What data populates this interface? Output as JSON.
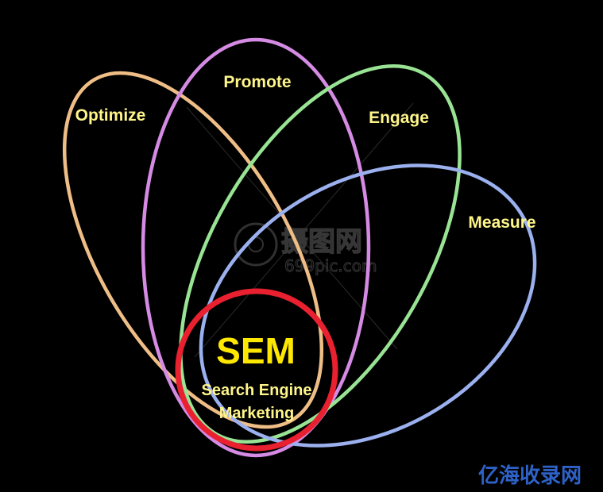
{
  "diagram": {
    "center": {
      "title": "SEM",
      "subtitle_line1": "Search Engine",
      "subtitle_line2": "Marketing"
    },
    "petals": [
      {
        "label": "Optimize",
        "color": "#EFBE86"
      },
      {
        "label": "Promote",
        "color": "#D58BE4"
      },
      {
        "label": "Engage",
        "color": "#98E394"
      },
      {
        "label": "Measure",
        "color": "#9BB0EE"
      }
    ],
    "center_ring_color": "#E8202F",
    "text_color": "#FFF68A",
    "center_title_color": "#FFE800"
  },
  "watermark": {
    "main": "摄图网",
    "sub": "699pic.com",
    "corner": "亿海收录网"
  }
}
